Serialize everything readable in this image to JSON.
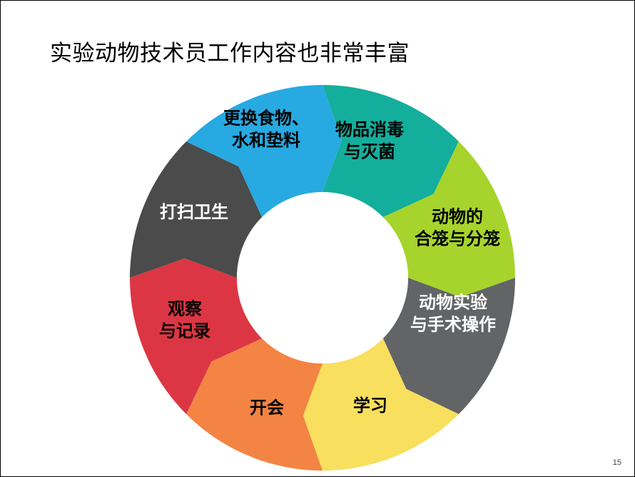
{
  "slide": {
    "title": "实验动物技术员工作内容也非常丰富",
    "page_number": "15"
  },
  "cycle": {
    "segments": [
      {
        "lines": [
          "物品消毒",
          "与灭菌"
        ],
        "color": "#14AE9C",
        "text_color": "#000000"
      },
      {
        "lines": [
          "动物的",
          "合笼与分笼"
        ],
        "color": "#A6D42C",
        "text_color": "#000000"
      },
      {
        "lines": [
          "动物实验",
          "与手术操作"
        ],
        "color": "#636466",
        "text_color": "#FFFFFF"
      },
      {
        "lines": [
          "学习"
        ],
        "color": "#F8DF5E",
        "text_color": "#000000"
      },
      {
        "lines": [
          "开会"
        ],
        "color": "#F38443",
        "text_color": "#000000"
      },
      {
        "lines": [
          "观察",
          "与记录"
        ],
        "color": "#DC3644",
        "text_color": "#000000"
      },
      {
        "lines": [
          "打扫卫生"
        ],
        "color": "#4B4B4B",
        "text_color": "#FFFFFF"
      },
      {
        "lines": [
          "更换食物、",
          "水和垫料"
        ],
        "color": "#27A9E1",
        "text_color": "#000000"
      }
    ]
  }
}
